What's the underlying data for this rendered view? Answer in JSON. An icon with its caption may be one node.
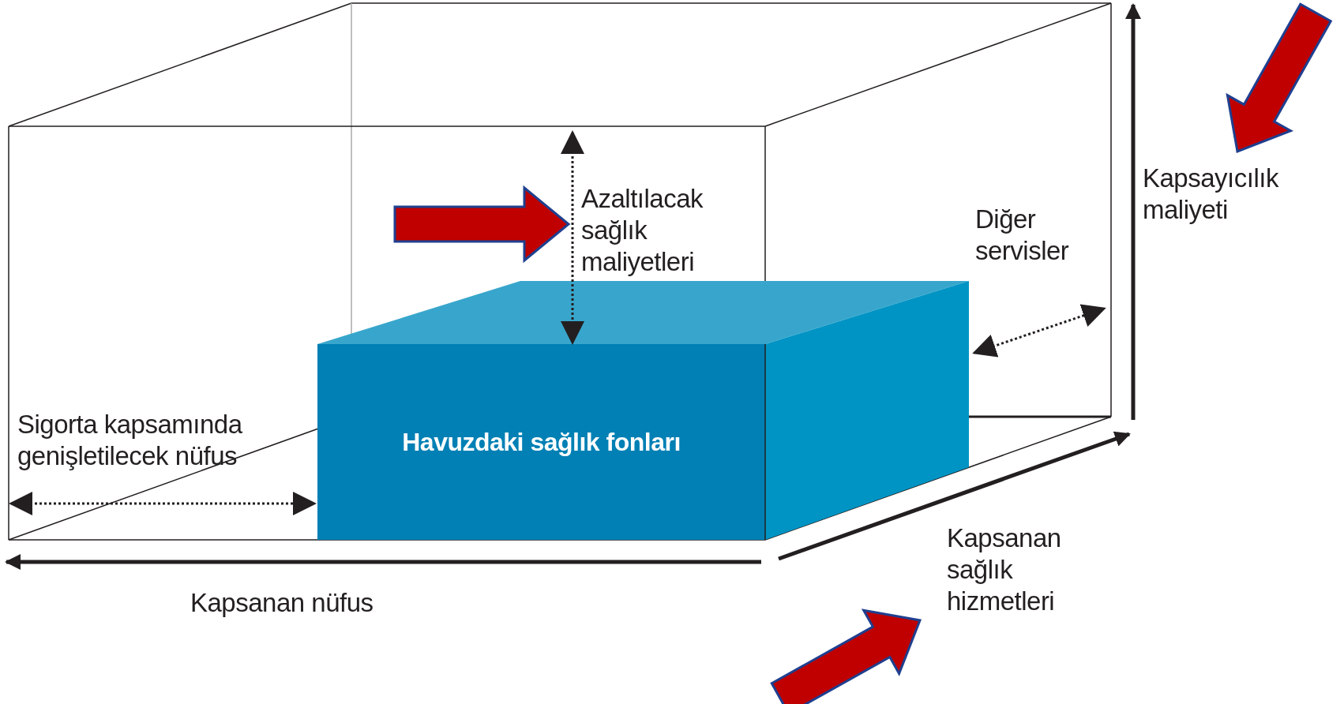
{
  "diagram": {
    "nodes": [
      {
        "text": [
          "Havuzdaki sağlık fonları"
        ]
      },
      {
        "text": [
          "Azaltılacak sağlık maliyetleri"
        ]
      },
      {
        "text": [
          "Kapsayıcılık maliyeti"
        ]
      },
      {
        "text": [
          "Kapsanan sağlık hizmetleri"
        ]
      }
    ],
    "edges": [
      {
        "from": null,
        "to": 1,
        "arrow": "to"
      },
      {
        "from": null,
        "to": 2,
        "arrow": "to"
      },
      {
        "from": null,
        "to": 3,
        "arrow": "to"
      }
    ],
    "labels": [
      "Diğer servisler",
      "Sigorta kapsamında genişletilecek nüfus",
      "Kapsanan nüfus"
    ]
  }
}
